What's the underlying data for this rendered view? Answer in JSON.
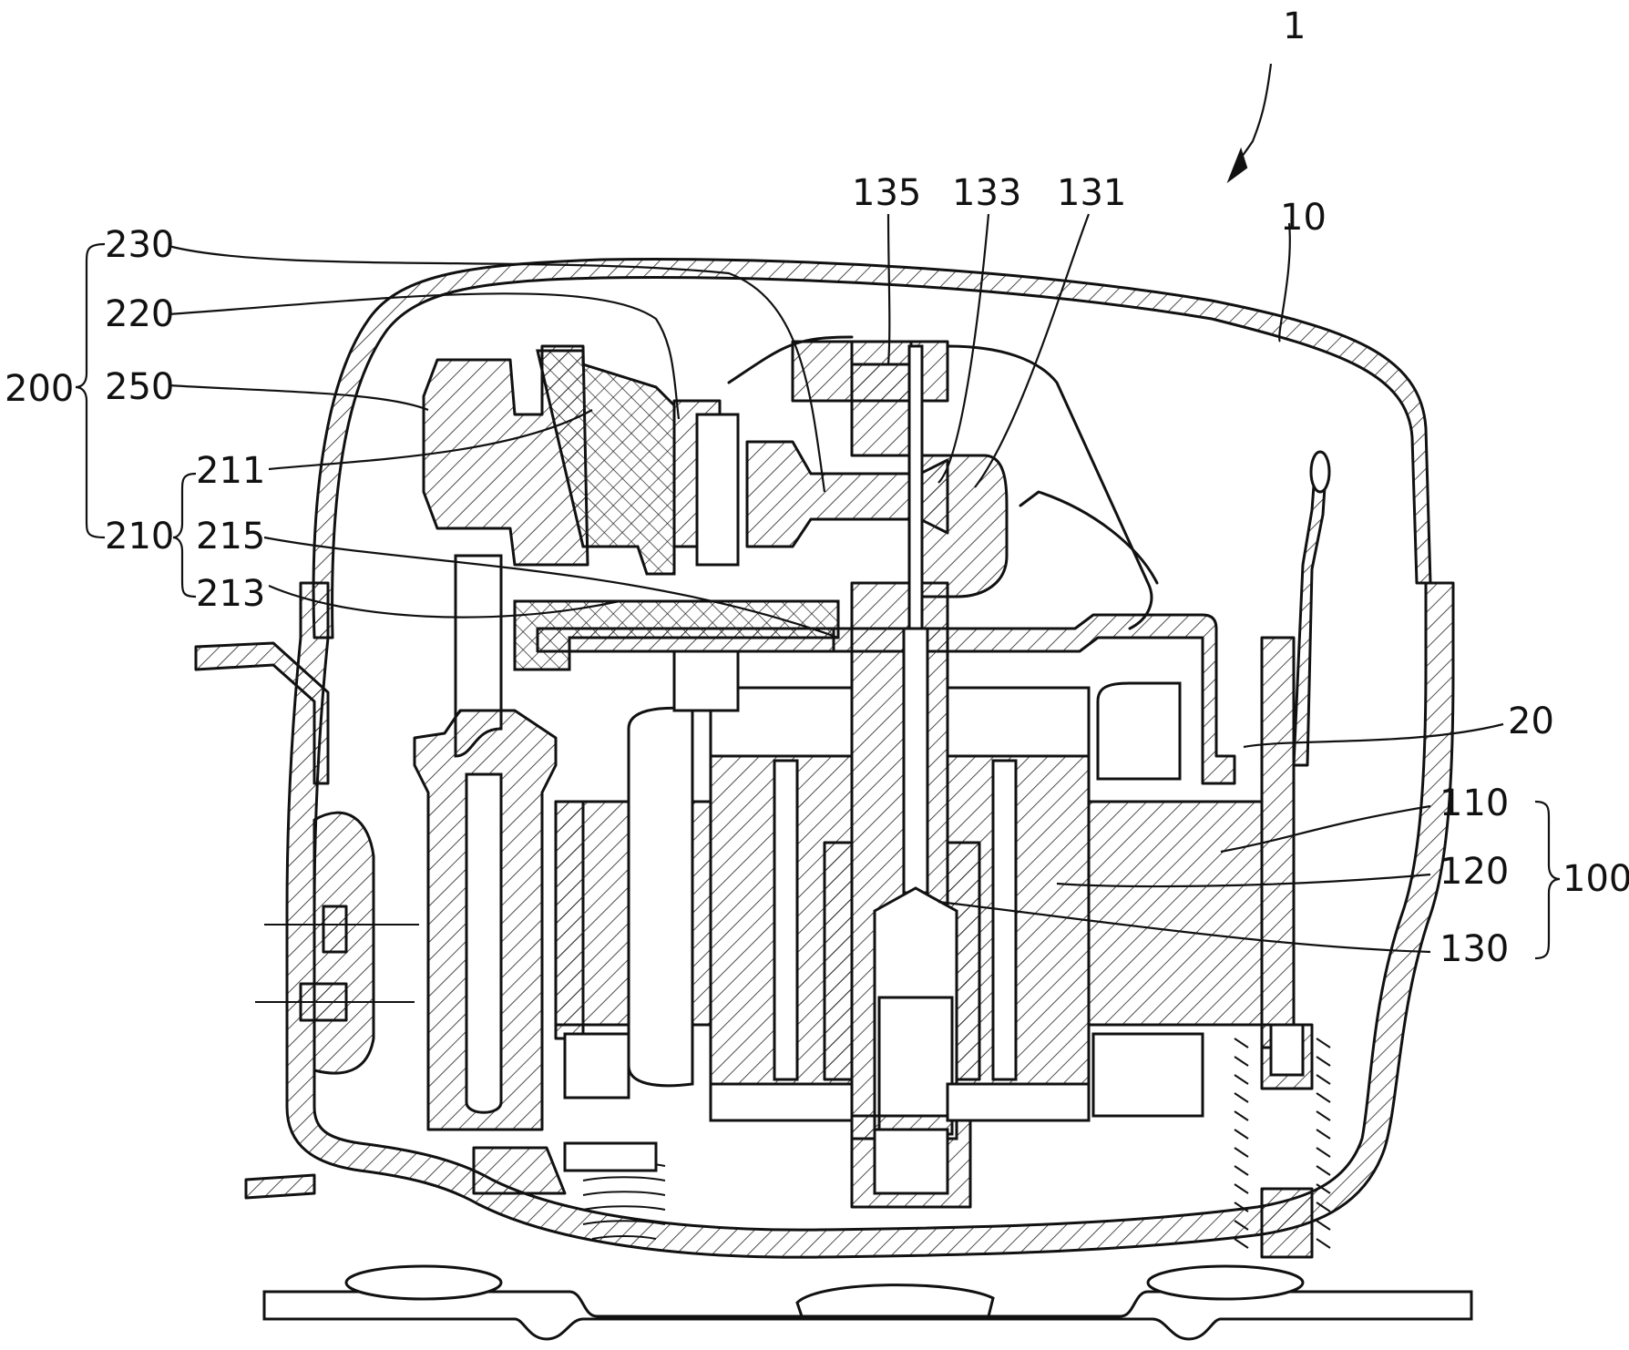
{
  "labels": {
    "l1": "1",
    "l10": "10",
    "l20": "20",
    "l100": "100",
    "l110": "110",
    "l120": "120",
    "l130": "130",
    "l131": "131",
    "l133": "133",
    "l135": "135",
    "l200": "200",
    "l210": "210",
    "l211": "211",
    "l213": "213",
    "l215": "215",
    "l220": "220",
    "l230": "230",
    "l250": "250"
  }
}
